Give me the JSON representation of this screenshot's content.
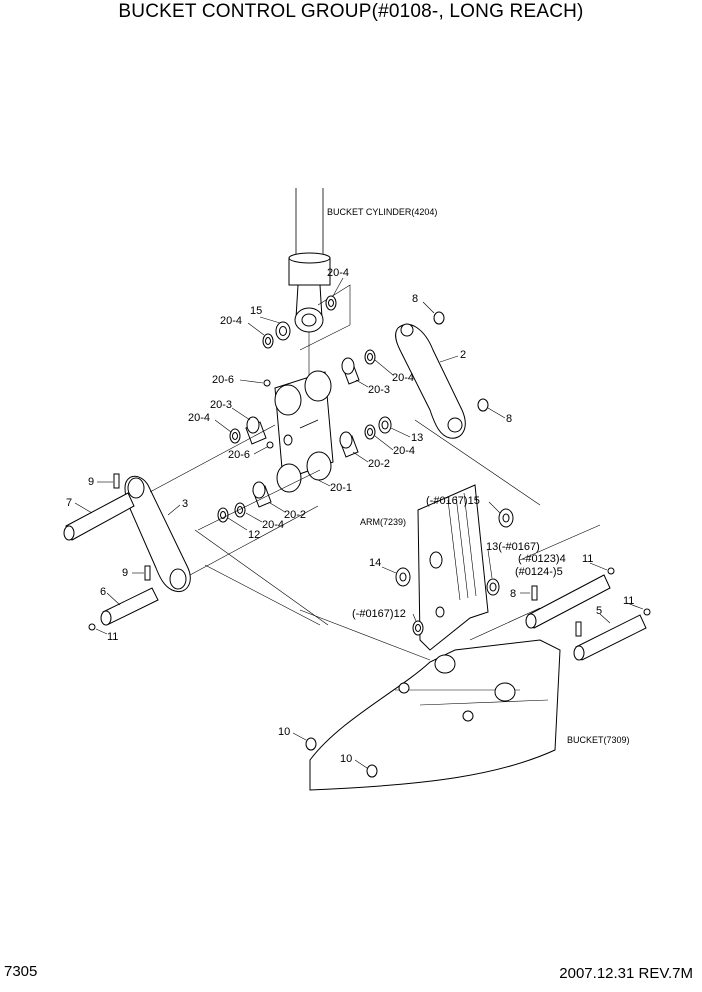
{
  "page": {
    "title": "BUCKET CONTROL GROUP(#0108-, LONG REACH)",
    "page_number": "7305",
    "footer": "2007.12.31  REV.7M"
  },
  "refs": {
    "cylinder": "BUCKET CYLINDER(4204)",
    "arm": "ARM(7239)",
    "bucket": "BUCKET(7309)"
  },
  "callouts": {
    "c20_4_top": "20-4",
    "c15_top": "15",
    "c20_4_left": "20-4",
    "c8_top": "8",
    "c2": "2",
    "c20_6_top": "20-6",
    "c20_3_right": "20-3",
    "c20_4_right": "20-4",
    "c20_3_left": "20-3",
    "c20_4_left2": "20-4",
    "c8_right": "8",
    "c13": "13",
    "c20_6_bottom": "20-6",
    "c20_4_mid": "20-4",
    "c20_2_right": "20-2",
    "c9_top": "9",
    "c20_1": "20-1",
    "c7": "7",
    "c3": "3",
    "c15_arm": "(-#0167)15",
    "c20_2_left": "20-2",
    "c20_4_low": "20-4",
    "c12_left": "12",
    "c13_arm": "13(-#0167)",
    "c4": "(-#0123)4",
    "c11_right": "11",
    "c14": "14",
    "c5_arm": "(#0124-)5",
    "c9_low": "9",
    "c6": "6",
    "c8_low": "8",
    "c5": "5",
    "c11_far": "11",
    "c12_arm": "(-#0167)12",
    "c11_left": "11",
    "c10_top": "10",
    "c10_bottom": "10"
  }
}
